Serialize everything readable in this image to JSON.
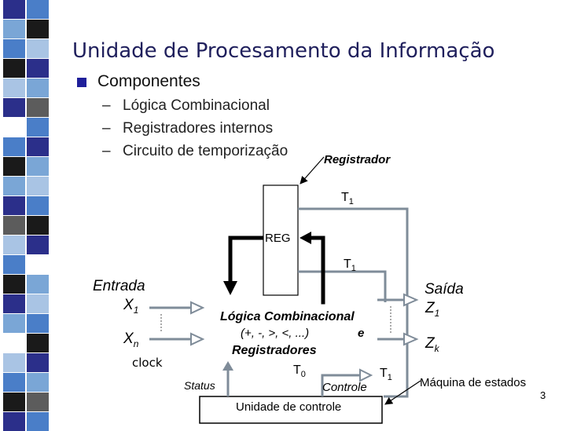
{
  "slide": {
    "title": "Unidade de Procesamento da Informação",
    "bullet": "Componentes",
    "sub_items": [
      {
        "dash": "–",
        "text": "Lógica Combinacional"
      },
      {
        "dash": "–",
        "text": "Registradores internos"
      },
      {
        "dash": "–",
        "text": "Circuito de temporização"
      }
    ],
    "page_number": "3"
  },
  "diagram": {
    "registrador_label": "Registrador",
    "t1_top": {
      "base": "T",
      "sub": "1"
    },
    "reg_label": "REG",
    "t1_mid": {
      "base": "T",
      "sub": "1"
    },
    "entrada_label": "Entrada",
    "x1": {
      "base": "X",
      "sub": "1"
    },
    "xn": {
      "base": "X",
      "sub": "n"
    },
    "clock_label": "clock",
    "saida_label": "Saída",
    "z1": {
      "base": "Z",
      "sub": "1"
    },
    "zk": {
      "base": "Z",
      "sub": "k"
    },
    "logica_label": "Lógica Combinacional",
    "ops_label": "(+, -, >, <, ...)",
    "e_label": "e",
    "registradores_label": "Registradores",
    "t0": {
      "base": "T",
      "sub": "0"
    },
    "t1_right": {
      "base": "T",
      "sub": "1"
    },
    "status_label": "Status",
    "controle_label": "Controle",
    "unidade_controle_label": "Unidade de controle",
    "maquina_label": "Máquina de estados"
  },
  "colors": {
    "title": "#1f1f5c",
    "bullet": "#1f1f9a",
    "line": "#7f8c99",
    "stripe_palette": [
      "#2b2f8a",
      "#4a7ec8",
      "#7aa6d6",
      "#1a1a1a",
      "#a9c4e4",
      "#5c5c5c",
      "#ffffff",
      "#3d5fb0"
    ]
  }
}
